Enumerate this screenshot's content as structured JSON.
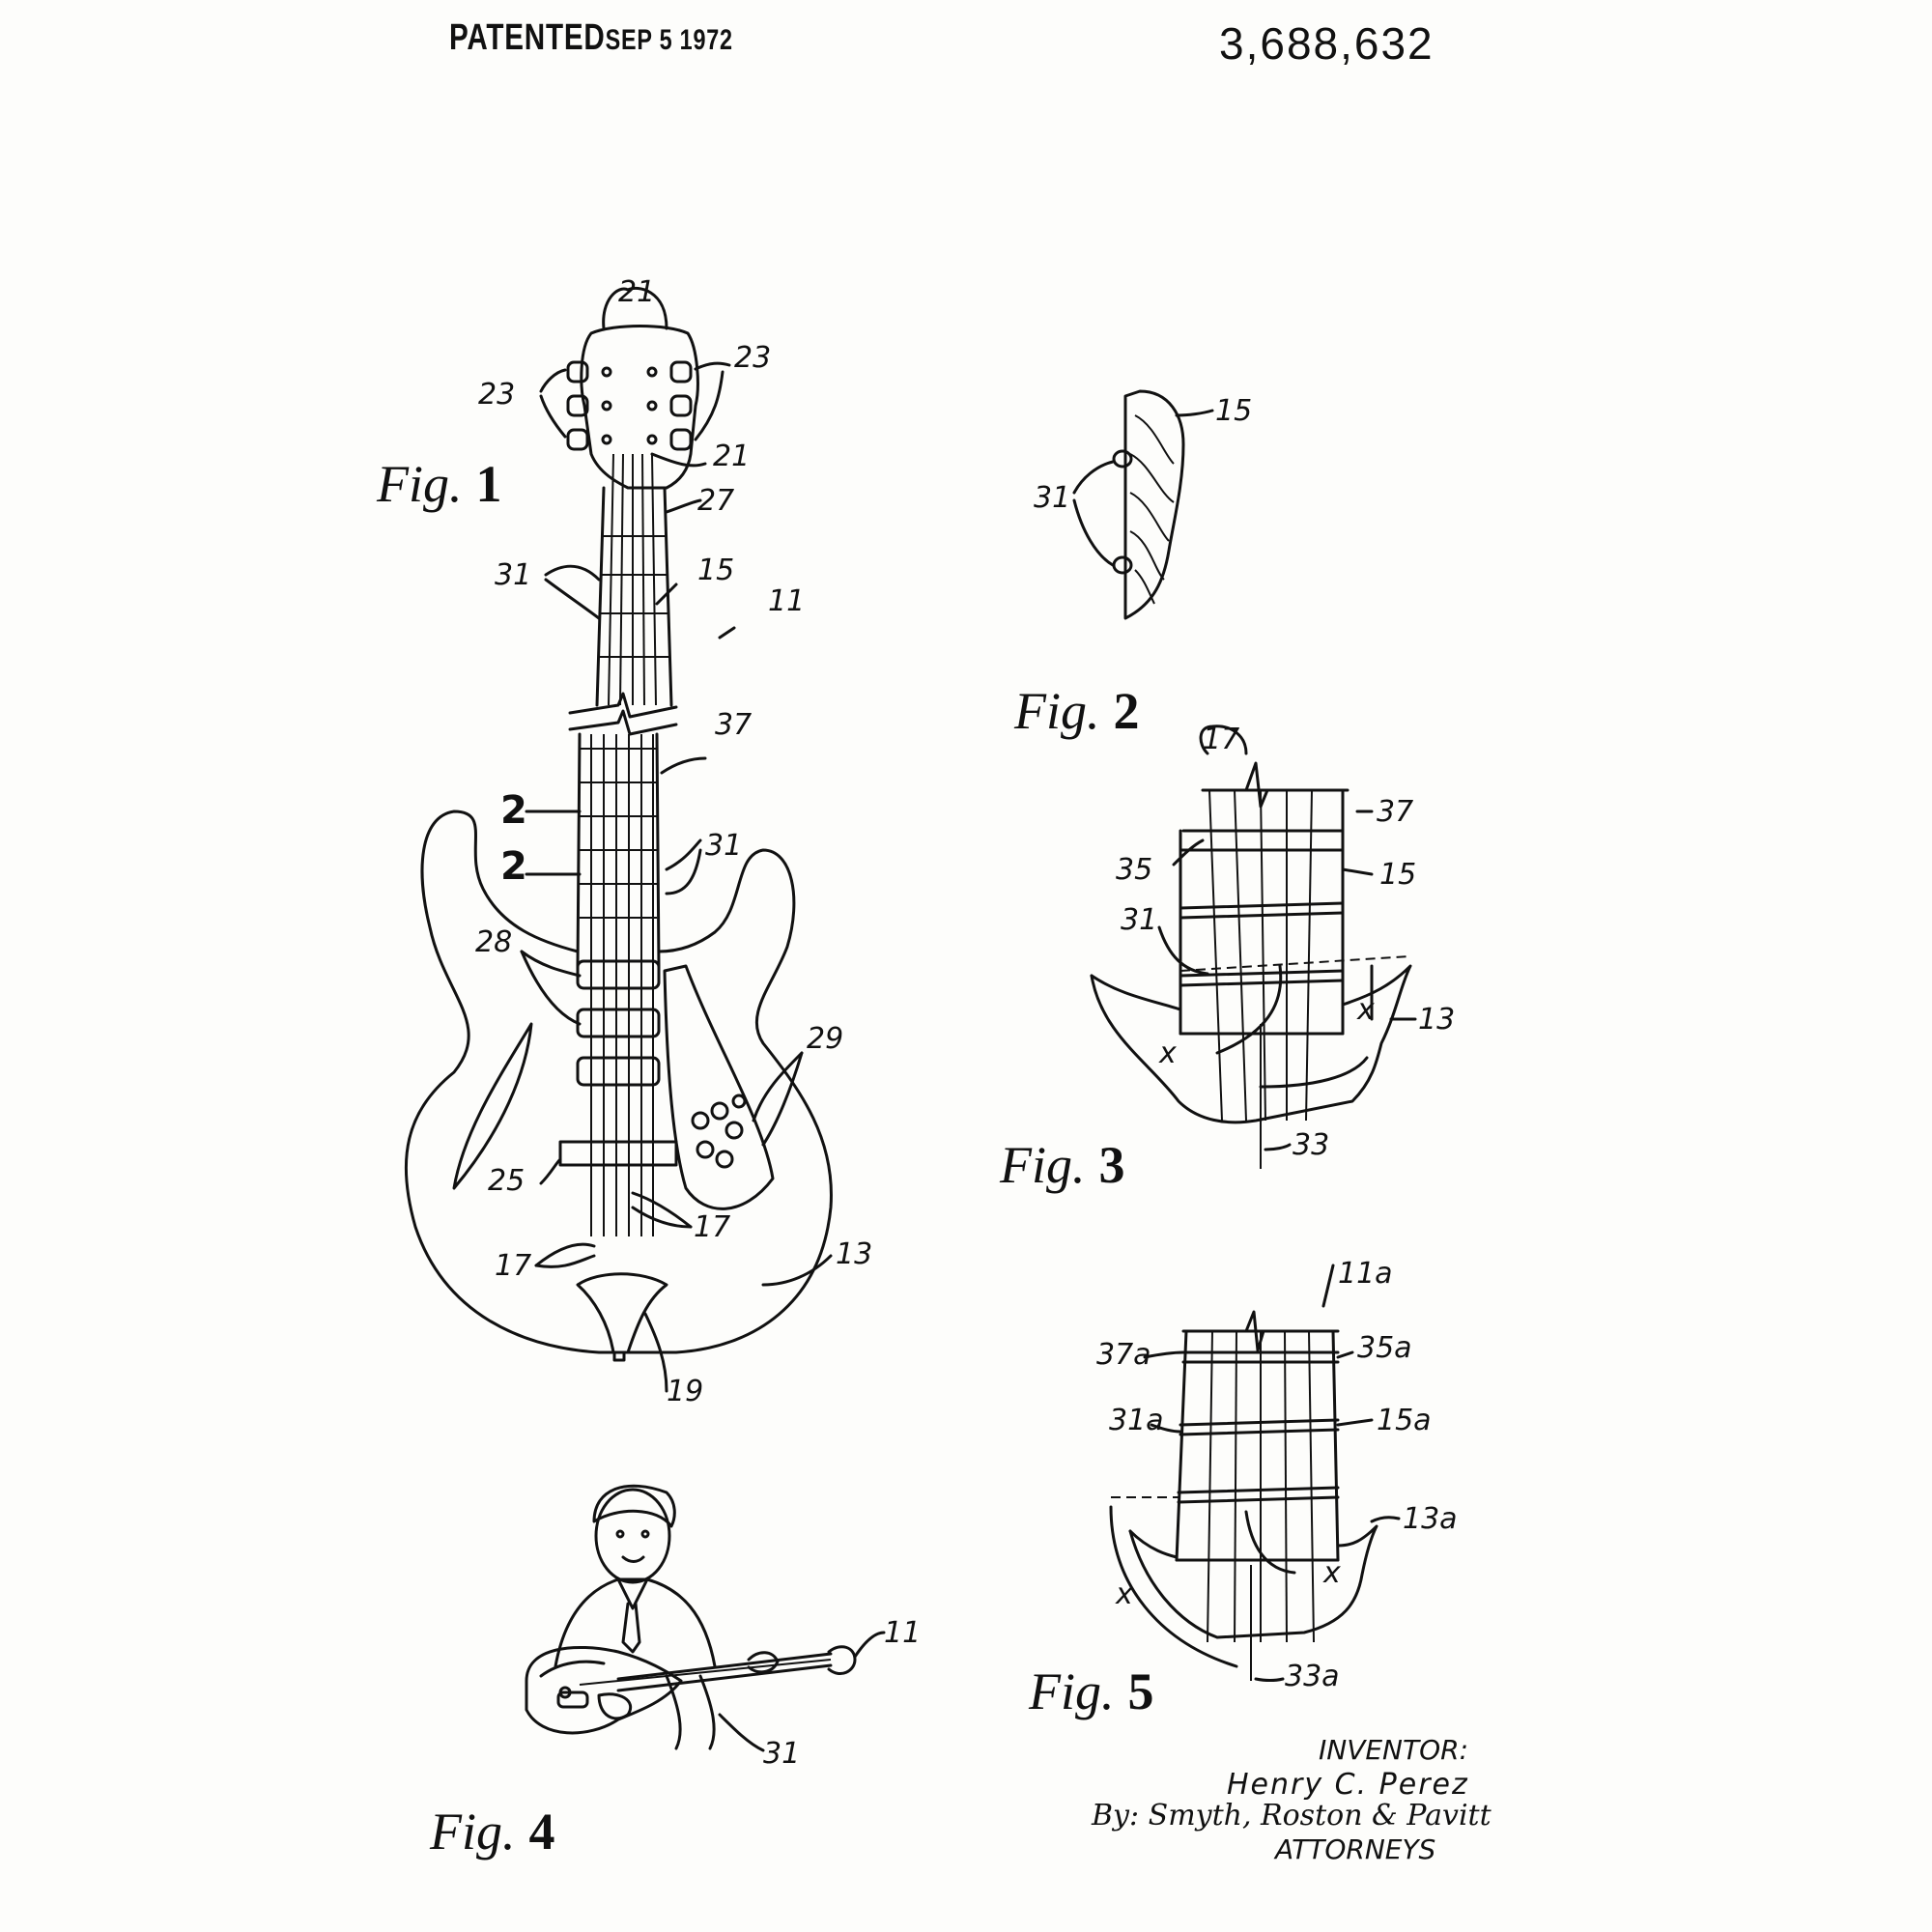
{
  "header": {
    "patented_label": "PATENTED",
    "patented_date": "SEP  5 1972",
    "patent_number": "3,688,632"
  },
  "figures": {
    "fig1": "Fig.",
    "fig1_num": "1",
    "fig2": "Fig.",
    "fig2_num": "2",
    "fig3": "Fig.",
    "fig3_num": "3",
    "fig4": "Fig.",
    "fig4_num": "4",
    "fig5": "Fig.",
    "fig5_num": "5"
  },
  "refs_fig1": {
    "r21a": "21",
    "r23a": "23",
    "r23b": "23",
    "r21b": "21",
    "r27": "27",
    "r31a": "31",
    "r15": "15",
    "r11": "11",
    "r37": "37",
    "r2a": "2",
    "r2b": "2",
    "r31b": "31",
    "r28": "28",
    "r29": "29",
    "r25": "25",
    "r17a": "17",
    "r17b": "17",
    "r13": "13",
    "r19": "19"
  },
  "refs_fig2": {
    "r15": "15",
    "r31": "31"
  },
  "refs_fig3": {
    "r17": "17",
    "r37": "37",
    "r35": "35",
    "r15": "15",
    "r31": "31",
    "rx1": "x",
    "rx2": "x",
    "r13": "13",
    "r33": "33"
  },
  "refs_fig4": {
    "r11": "11",
    "r31": "31"
  },
  "refs_fig5": {
    "r11a": "11a",
    "r37a": "37a",
    "r35a": "35a",
    "r31a": "31a",
    "r15a": "15a",
    "r13a": "13a",
    "rx1": "x",
    "rx2": "x",
    "r33a": "33a"
  },
  "inventor": {
    "heading": "INVENTOR:",
    "name": "Henry C. Perez",
    "by": "By: Smyth, Roston & Pavitt",
    "attorneys": "ATTORNEYS"
  }
}
